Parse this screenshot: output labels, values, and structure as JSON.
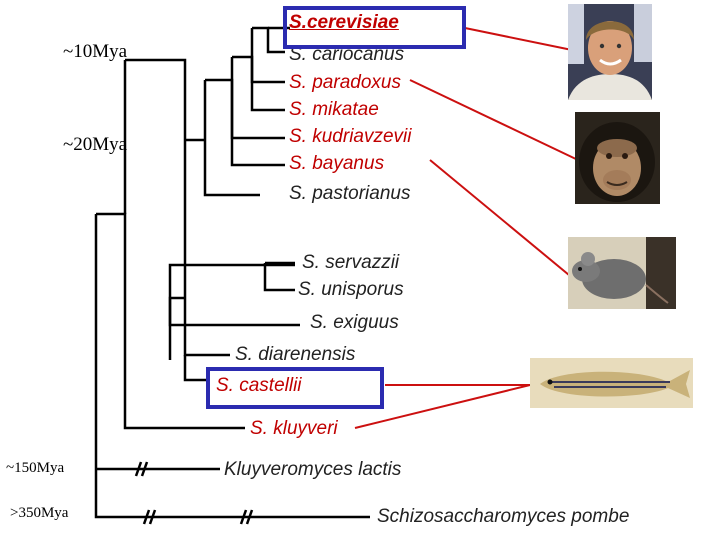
{
  "time_labels": {
    "mya_10": "~10Mya",
    "mya_20": "~20Mya",
    "mya_150": "~150Mya",
    "mya_350": ">350Mya"
  },
  "species": {
    "cerevisiae": "S.cerevisiae",
    "cariocanus": "S. cariocanus",
    "paradoxus": "S. paradoxus",
    "mikatae": "S. mikatae",
    "kudriavzevii": "S. kudriavzevii",
    "bayanus": "S. bayanus",
    "pastorianus": "S. pastorianus",
    "servazzii": "S. servazzii",
    "unisporus": "S. unisporus",
    "exiguus": "S. exiguus",
    "diarenensis": "S. diarenensis",
    "castellii": "S. castellii",
    "kluyveri": "S. kluyveri",
    "lactis": "Kluyveromyces lactis",
    "pombe": "Schizosaccharomyces pombe"
  },
  "photos": {
    "human": "human-portrait",
    "chimp": "chimpanzee-photo",
    "mouse": "mouse-photo",
    "fish": "zebrafish-photo"
  },
  "colors": {
    "red_species": "#c00000",
    "highlight_box": "#2b2bb0",
    "connector": "#cc1010"
  }
}
